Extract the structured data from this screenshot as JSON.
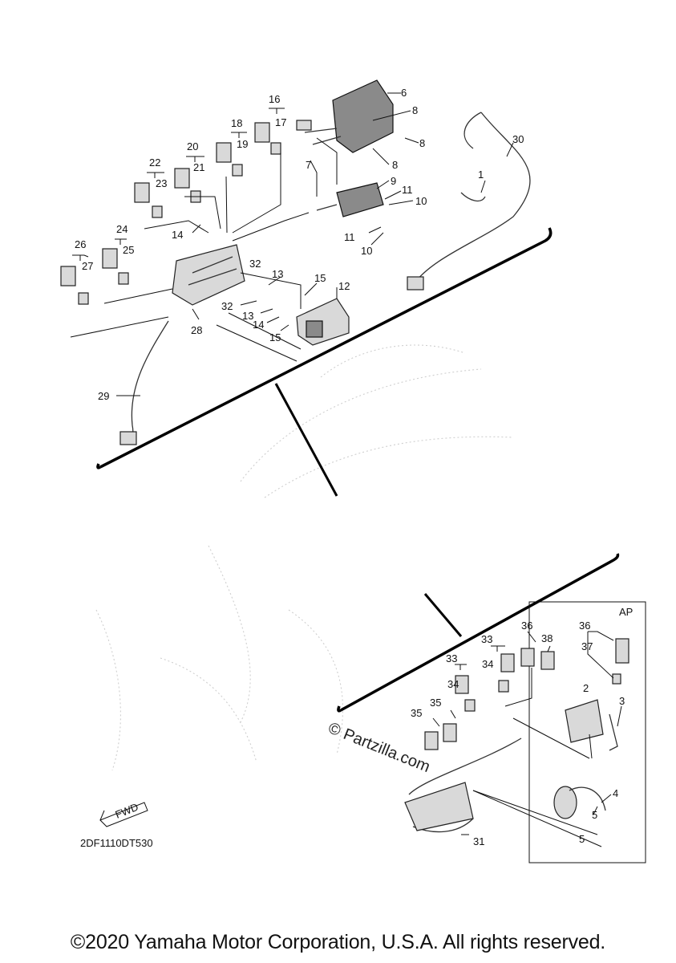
{
  "diagram": {
    "drawing_code": "2DF1110DT530",
    "box_label": "AP",
    "fwd_label": "FWD",
    "watermark": "© Partzilla.com",
    "callouts": [
      "1",
      "2",
      "3",
      "4",
      "5",
      "5",
      "6",
      "7",
      "8",
      "8",
      "8",
      "9",
      "10",
      "10",
      "11",
      "11",
      "12",
      "13",
      "13",
      "14",
      "14",
      "15",
      "15",
      "16",
      "17",
      "18",
      "19",
      "20",
      "21",
      "22",
      "23",
      "24",
      "25",
      "26",
      "27",
      "28",
      "29",
      "30",
      "31",
      "32",
      "32",
      "33",
      "33",
      "34",
      "34",
      "35",
      "35",
      "36",
      "36",
      "37",
      "38"
    ]
  },
  "footer": {
    "copyright": "©2020 Yamaha Motor Corporation, U.S.A. All rights reserved."
  },
  "colors": {
    "line": "#111111",
    "background": "#ffffff",
    "ghost": "#cfcfcf"
  }
}
